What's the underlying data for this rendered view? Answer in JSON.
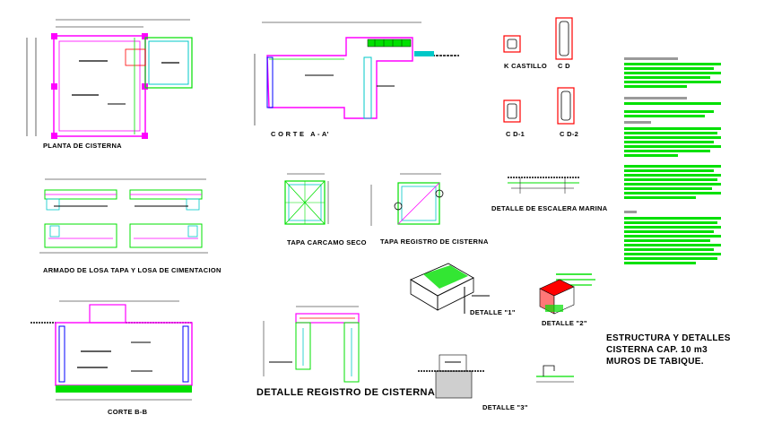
{
  "drawing": {
    "labels": {
      "planta": "PLANTA DE CISTERNA",
      "corte_aa": "C O R T E   A - A'",
      "k_castillo": "K CASTILLO",
      "cd": "C D",
      "cd1": "C D-1",
      "cd2": "C D-2",
      "armado": "ARMADO DE LOSA TAPA Y LOSA DE CIMENTACION",
      "tapa_carcamo": "TAPA CARCAMO SECO",
      "tapa_registro": "TAPA REGISTRO DE CISTERNA",
      "escalera": "DETALLE DE ESCALERA MARINA",
      "detalle1": "DETALLE \"1\"",
      "detalle2": "DETALLE \"2\"",
      "detalle3": "DETALLE \"3\"",
      "corte_bb": "CORTE B-B",
      "registro": "DETALLE REGISTRO DE CISTERNA",
      "title1": "ESTRUCTURA Y DETALLES",
      "title2": "CISTERNA CAP. 10 m3",
      "title3": "MUROS DE TABIQUE."
    },
    "colors": {
      "magenta": "#ff00ff",
      "green": "#00e000",
      "cyan": "#00c8c8",
      "red": "#ff0000",
      "blue": "#0000ff",
      "black": "#000000",
      "gray": "#9a9a9a"
    }
  }
}
